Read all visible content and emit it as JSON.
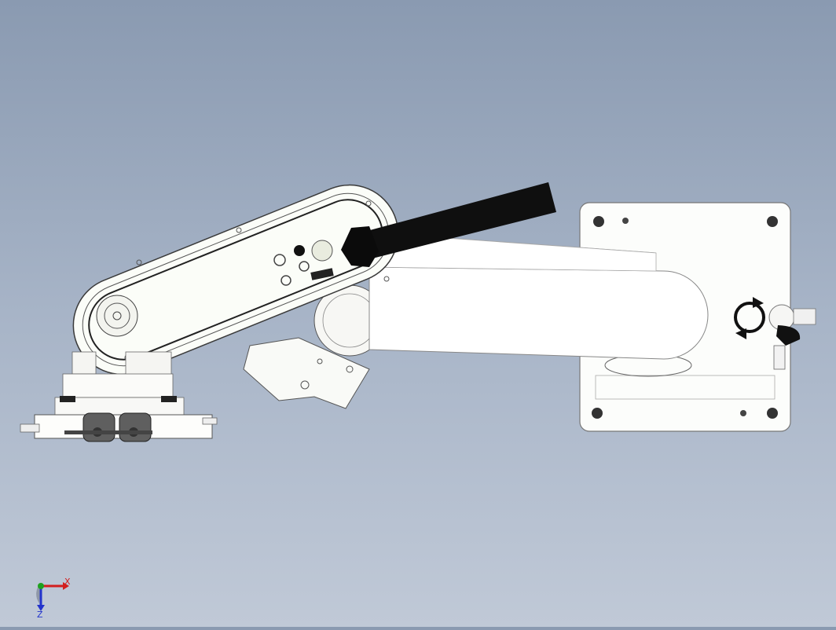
{
  "viewport": {
    "background_top": "#8a9ab1",
    "background_bottom": "#c0c9d7",
    "model_color": "#ffffff",
    "edge_color": "#3b3b3b",
    "cable_color": "#0f0f0f"
  },
  "model": {
    "parts": [
      "base-plate",
      "upper-arm",
      "forearm",
      "gripper-assembly",
      "cable-hose",
      "rotate-view-icon"
    ]
  },
  "triad": {
    "x_label": "X",
    "z_label": "Z",
    "x_color": "#d21e1e",
    "y_color": "#1ea11e",
    "z_color": "#2233cc"
  }
}
